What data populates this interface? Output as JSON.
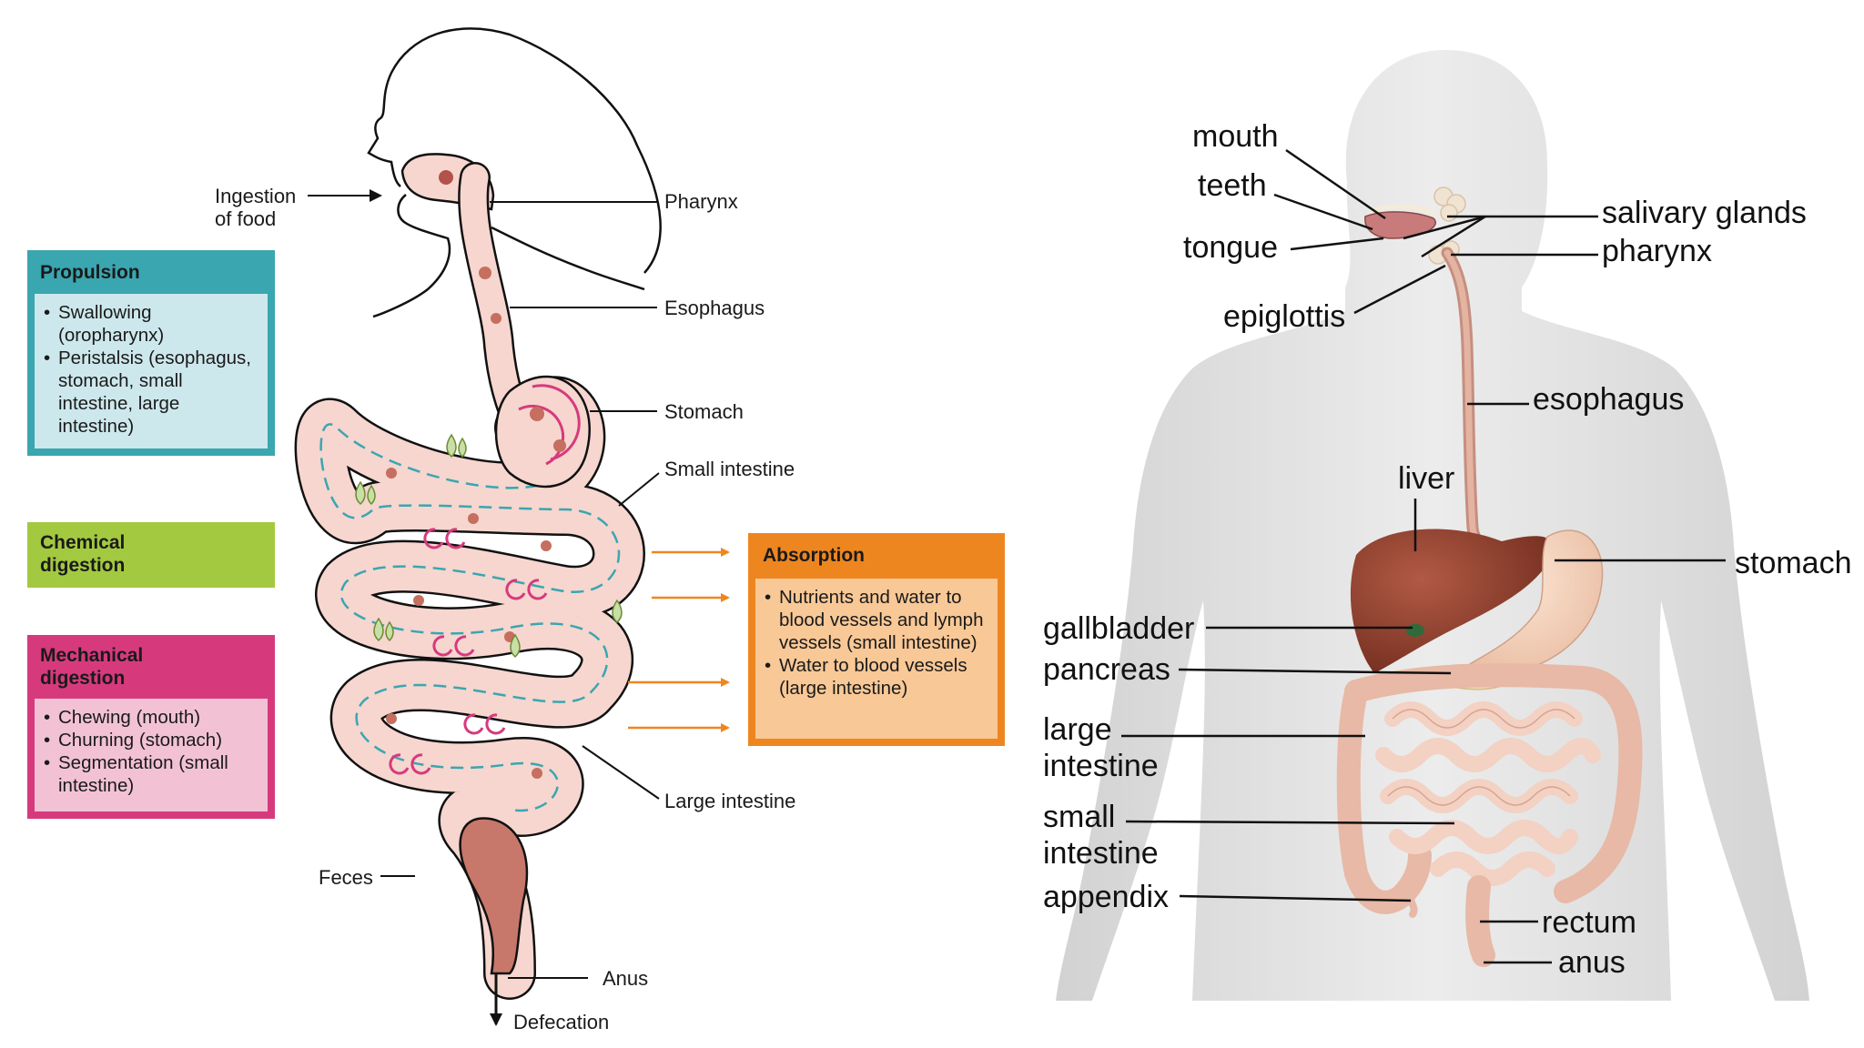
{
  "left": {
    "labels": {
      "ingestion": "Ingestion",
      "ingestion2": "of food",
      "pharynx": "Pharynx",
      "esophagus": "Esophagus",
      "stomach": "Stomach",
      "small_intestine": "Small intestine",
      "large_intestine": "Large intestine",
      "feces": "Feces",
      "anus": "Anus",
      "defecation": "Defecation"
    },
    "propulsion": {
      "title": "Propulsion",
      "items": [
        "Swallowing (oropharynx)",
        "Peristalsis (esophagus, stomach, small intestine, large intestine)"
      ]
    },
    "chemical": {
      "title": "Chemical digestion"
    },
    "mechanical": {
      "title": "Mechanical digestion",
      "items": [
        "Chewing (mouth)",
        "Churning (stomach)",
        "Segmentation (small intestine)"
      ]
    },
    "absorption": {
      "title": "Absorption",
      "items": [
        "Nutrients and water to blood vessels and lymph vessels (small intestine)",
        "Water to blood vessels (large intestine)"
      ]
    }
  },
  "right": {
    "labels": {
      "mouth": "mouth",
      "teeth": "teeth",
      "tongue": "tongue",
      "epiglottis": "epiglottis",
      "salivary_glands": "salivary glands",
      "pharynx": "pharynx",
      "esophagus": "esophagus",
      "liver": "liver",
      "stomach": "stomach",
      "gallbladder": "gallbladder",
      "pancreas": "pancreas",
      "large1": "large",
      "large2": "intestine",
      "small1": "small",
      "small2": "intestine",
      "appendix": "appendix",
      "rectum": "rectum",
      "anus": "anus"
    }
  },
  "colors": {
    "propulsion": "#3aa6b0",
    "propulsion_body": "#cde8ec",
    "chemical": "#a3c940",
    "mechanical": "#d63a7d",
    "mechanical_body": "#f2c2d4",
    "absorption": "#ee8620",
    "absorption_body": "#f8c896",
    "tract_fill": "#f6d6cf",
    "body_silhouette": "#e1e1e1",
    "liver": "#8a3b2a"
  }
}
